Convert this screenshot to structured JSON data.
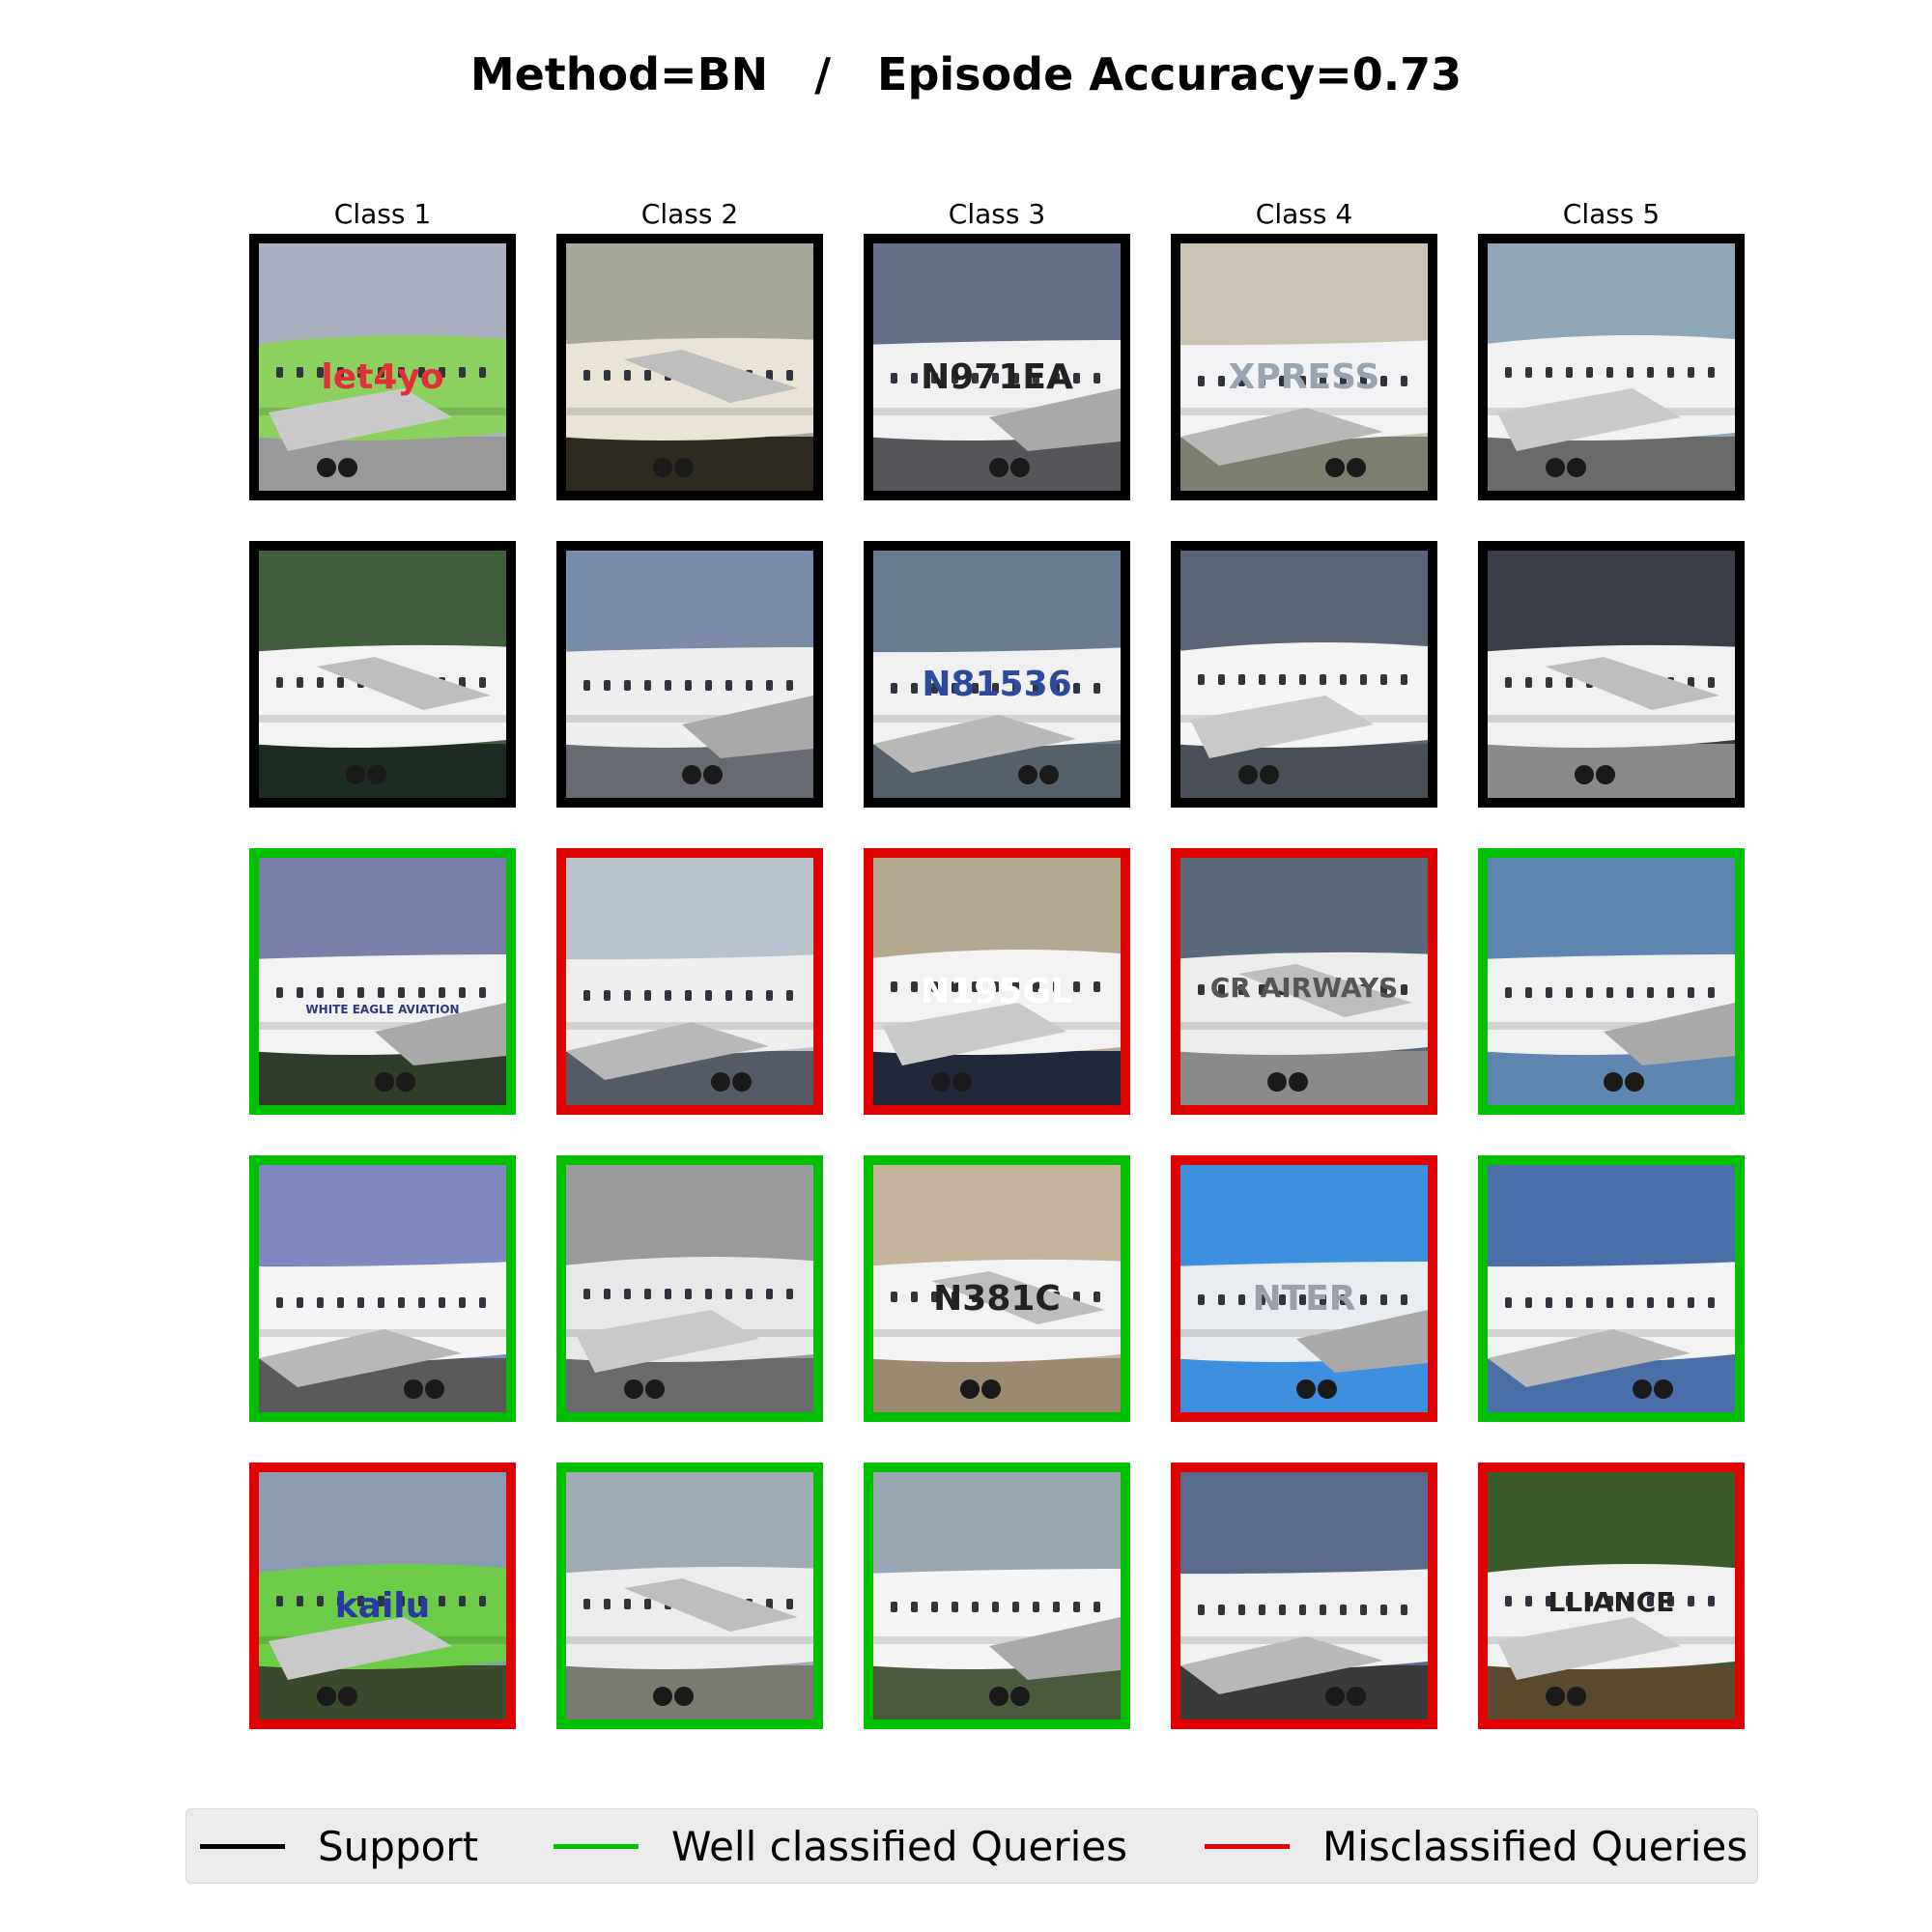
{
  "title": "Method=BN   /   Episode Accuracy=0.73",
  "columns": [
    "Class 1",
    "Class 2",
    "Class 3",
    "Class 4",
    "Class 5"
  ],
  "border_colors": {
    "support": "#000000",
    "correct": "#00c000",
    "wrong": "#e00000"
  },
  "rows": [
    [
      {
        "status": "support",
        "text": "let4yo",
        "text_color": "#e0303a",
        "sky": "#aab0c0",
        "body": "#8cd060",
        "ground": "#9a9a9a"
      },
      {
        "status": "support",
        "text": "",
        "sky": "#a7a69a",
        "body": "#e9e4d6",
        "ground": "#2e2a22"
      },
      {
        "status": "support",
        "text": "N971EA",
        "text_color": "#222222",
        "sky": "#64708a",
        "body": "#f0f0f0",
        "ground": "#55565a"
      },
      {
        "status": "support",
        "text": "XPRESS",
        "text_color": "#9aa3b0",
        "sky": "#c9c3b2",
        "body": "#f2f2f4",
        "ground": "#7c7f70"
      },
      {
        "status": "support",
        "text": "",
        "sky": "#8ea8ba",
        "body": "#f1f1f1",
        "ground": "#6a6a6a"
      }
    ],
    [
      {
        "status": "support",
        "text": "",
        "sky": "#3f5f3a",
        "body": "#f2f2f2",
        "ground": "#1e2b22"
      },
      {
        "status": "support",
        "text": "",
        "sky": "#7a8ba8",
        "body": "#eeeeee",
        "ground": "#676a70"
      },
      {
        "status": "support",
        "text": "N81536",
        "text_color": "#2e4a9a",
        "sky": "#6a7c94",
        "body": "#f0f0f0",
        "ground": "#55606a"
      },
      {
        "status": "support",
        "text": "",
        "sky": "#5b6576",
        "body": "#f4f4f4",
        "ground": "#4b5058"
      },
      {
        "status": "support",
        "text": "",
        "sky": "#3b3e46",
        "body": "#f0f0f0",
        "ground": "#8a8a8a"
      }
    ],
    [
      {
        "status": "correct",
        "text": "WHITE EAGLE AVIATION",
        "text_color": "#2a3a7a",
        "sky": "#7a80aa",
        "body": "#f2f2f2",
        "ground": "#2f3c2a"
      },
      {
        "status": "wrong",
        "text": "",
        "sky": "#b8c2cc",
        "body": "#eeeeee",
        "ground": "#555b66"
      },
      {
        "status": "wrong",
        "text": "N195GL",
        "text_color": "#ffffff",
        "sky": "#b5a890",
        "body": "#f2f2f2",
        "ground": "#20283a"
      },
      {
        "status": "wrong",
        "text": "CR AIRWAYS",
        "text_color": "#555555",
        "sky": "#5a6a7a",
        "body": "#ececec",
        "ground": "#8a8a8a"
      },
      {
        "status": "correct",
        "text": "",
        "sky": "#5e86b0",
        "body": "#f0f0f0",
        "ground": "#5e86b0"
      }
    ],
    [
      {
        "status": "correct",
        "text": "",
        "sky": "#8088c0",
        "body": "#f4f4f4",
        "ground": "#5a5a5a"
      },
      {
        "status": "correct",
        "text": "",
        "sky": "#9a9a9a",
        "body": "#e8e8e8",
        "ground": "#6a6a6a"
      },
      {
        "status": "correct",
        "text": "N381C",
        "text_color": "#222222",
        "sky": "#c4b49c",
        "body": "#f2f2f2",
        "ground": "#9a8a70"
      },
      {
        "status": "wrong",
        "text": "NTER",
        "text_color": "#9aa0a8",
        "sky": "#3f8fe0",
        "body": "#e8ecf0",
        "ground": "#3f8fe0"
      },
      {
        "status": "correct",
        "text": "",
        "sky": "#4a6ea8",
        "body": "#f2f2f2",
        "ground": "#4a6ea8"
      }
    ],
    [
      {
        "status": "wrong",
        "text": "kailu",
        "text_color": "#2a3aa0",
        "sky": "#8a9ab0",
        "body": "#6ccc48",
        "ground": "#3a4a2a"
      },
      {
        "status": "correct",
        "text": "",
        "sky": "#a0aab4",
        "body": "#ececec",
        "ground": "#7a7a70"
      },
      {
        "status": "correct",
        "text": "",
        "sky": "#9aa8b4",
        "body": "#f4f4f4",
        "ground": "#4a5a3a"
      },
      {
        "status": "wrong",
        "text": "",
        "sky": "#5a6a8a",
        "body": "#f0f0f0",
        "ground": "#3a3a3a"
      },
      {
        "status": "wrong",
        "text": "LLIANCE",
        "text_color": "#222222",
        "sky": "#3a5a2a",
        "body": "#f0f0f0",
        "ground": "#5a4a30"
      }
    ]
  ],
  "legend": [
    {
      "label": "Support",
      "color": "#000000"
    },
    {
      "label": "Well classified Queries",
      "color": "#00c000"
    },
    {
      "label": "Misclassified Queries",
      "color": "#e00000"
    }
  ]
}
